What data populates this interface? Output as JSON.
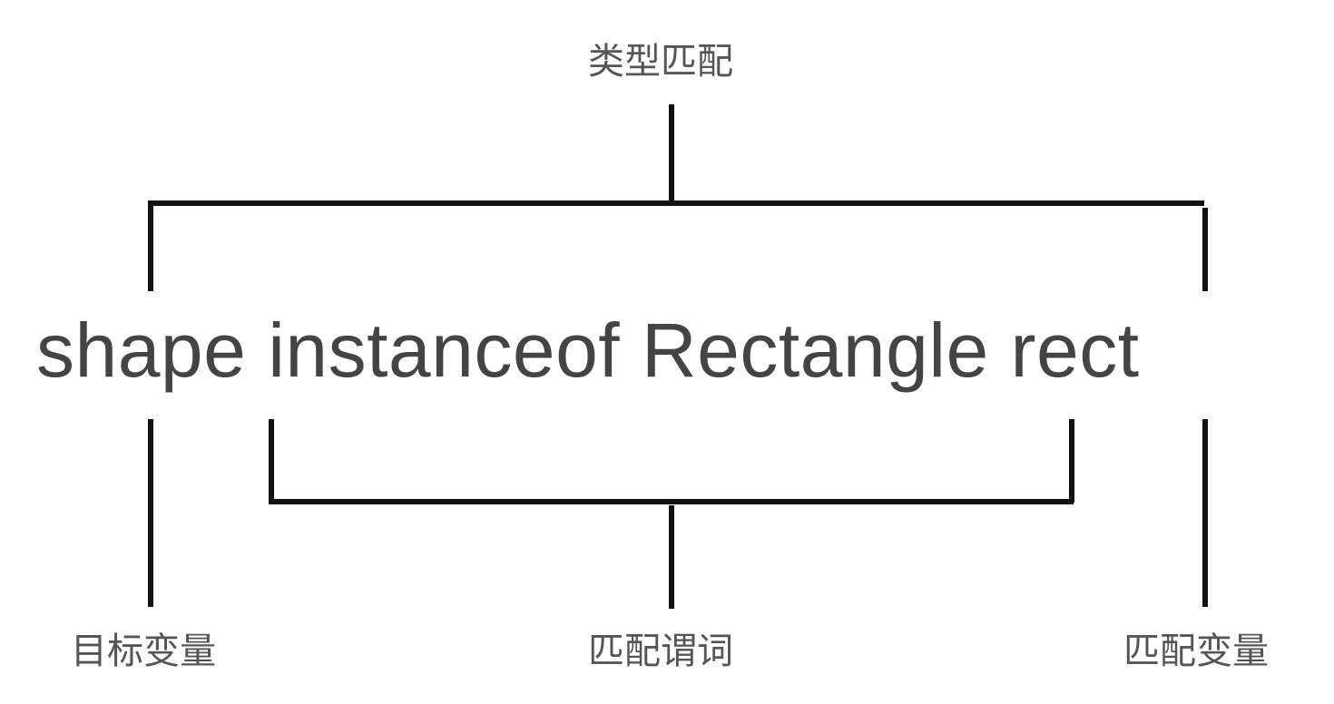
{
  "diagram": {
    "title": "类型匹配",
    "expression": "shape instanceof Rectangle rect",
    "labels": {
      "target_variable": "目标变量",
      "match_predicate": "匹配谓词",
      "match_variable": "匹配变量"
    },
    "colors": {
      "line": "#111111",
      "text": "#444444",
      "label": "#555555",
      "background": "#ffffff"
    }
  }
}
